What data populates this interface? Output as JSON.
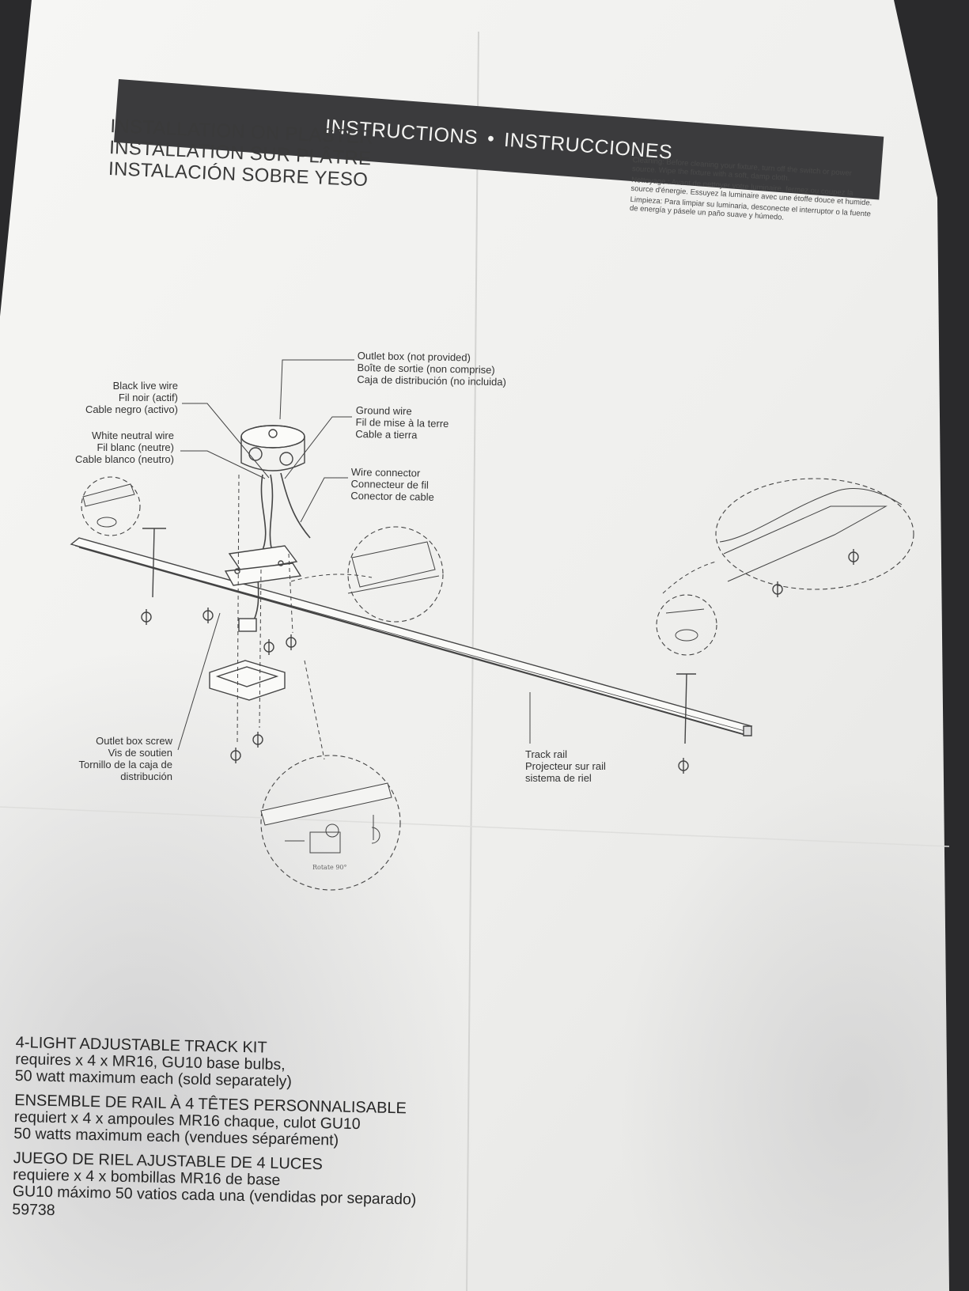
{
  "header": {
    "left": "INSTRUCTIONS",
    "separator": "•",
    "right": "INSTRUCCIONES"
  },
  "title": {
    "en": "INSTALLATION ON PLASTER",
    "fr": "INSTALLATION SUR PLÂTRE",
    "es": "INSTALACIÓN SOBRE YESO"
  },
  "cleaning": {
    "en": "Cleaning: Before cleaning your fixture, turn off the switch or power source. Wipe the fixture with a soft, damp cloth.",
    "fr": "Nettoyage : Avant de nettoyer votre luminaire, fermez ou coupez la source d'énergie. Essuyez la luminaire avec une étoffe douce et humide.",
    "es": "Limpieza: Para limpiar su luminaria, desconecte el interruptor o la fuente de energía y pásele un paño suave y húmedo."
  },
  "labels": {
    "outlet_box": [
      "Outlet box (not provided)",
      "Boîte de sortie (non comprise)",
      "Caja de distribución (no incluida)"
    ],
    "black_wire": [
      "Black live wire",
      "Fil noir (actif)",
      "Cable negro (activo)"
    ],
    "ground_wire": [
      "Ground wire",
      "Fil de mise à la terre",
      "Cable a tierra"
    ],
    "white_wire": [
      "White neutral wire",
      "Fil blanc (neutre)",
      "Cable blanco (neutro)"
    ],
    "wire_connector": [
      "Wire connector",
      "Connecteur de fil",
      "Conector de cable"
    ],
    "outlet_screw": [
      "Outlet box screw",
      "Vis de soutien",
      "Tornillo de la caja de",
      "distribución"
    ],
    "track_rail": [
      "Track rail",
      "Projecteur sur rail",
      "sistema de riel"
    ],
    "rotate": "Rotate 90°"
  },
  "product": {
    "en_title": "4-LIGHT ADJUSTABLE TRACK KIT",
    "en_line1": "requires x 4 x MR16, GU10 base bulbs,",
    "en_line2": "50 watt maximum each (sold separately)",
    "fr_title": "ENSEMBLE DE RAIL À 4 TÊTES PERSONNALISABLE",
    "fr_line1": "requiert x 4 x ampoules MR16 chaque, culot GU10",
    "fr_line2": "50 watts maximum each (vendues séparément)",
    "es_title": "JUEGO DE RIEL AJUSTABLE DE 4 LUCES",
    "es_line1": "requiere x 4 x bombillas MR16 de base",
    "es_line2": "GU10 máximo 50 vatios cada una (vendidas por separado)",
    "model": "59738"
  },
  "colors": {
    "paper": "#f2f2f0",
    "background": "#2a2a2c",
    "banner": "#3b3b3d"
  }
}
